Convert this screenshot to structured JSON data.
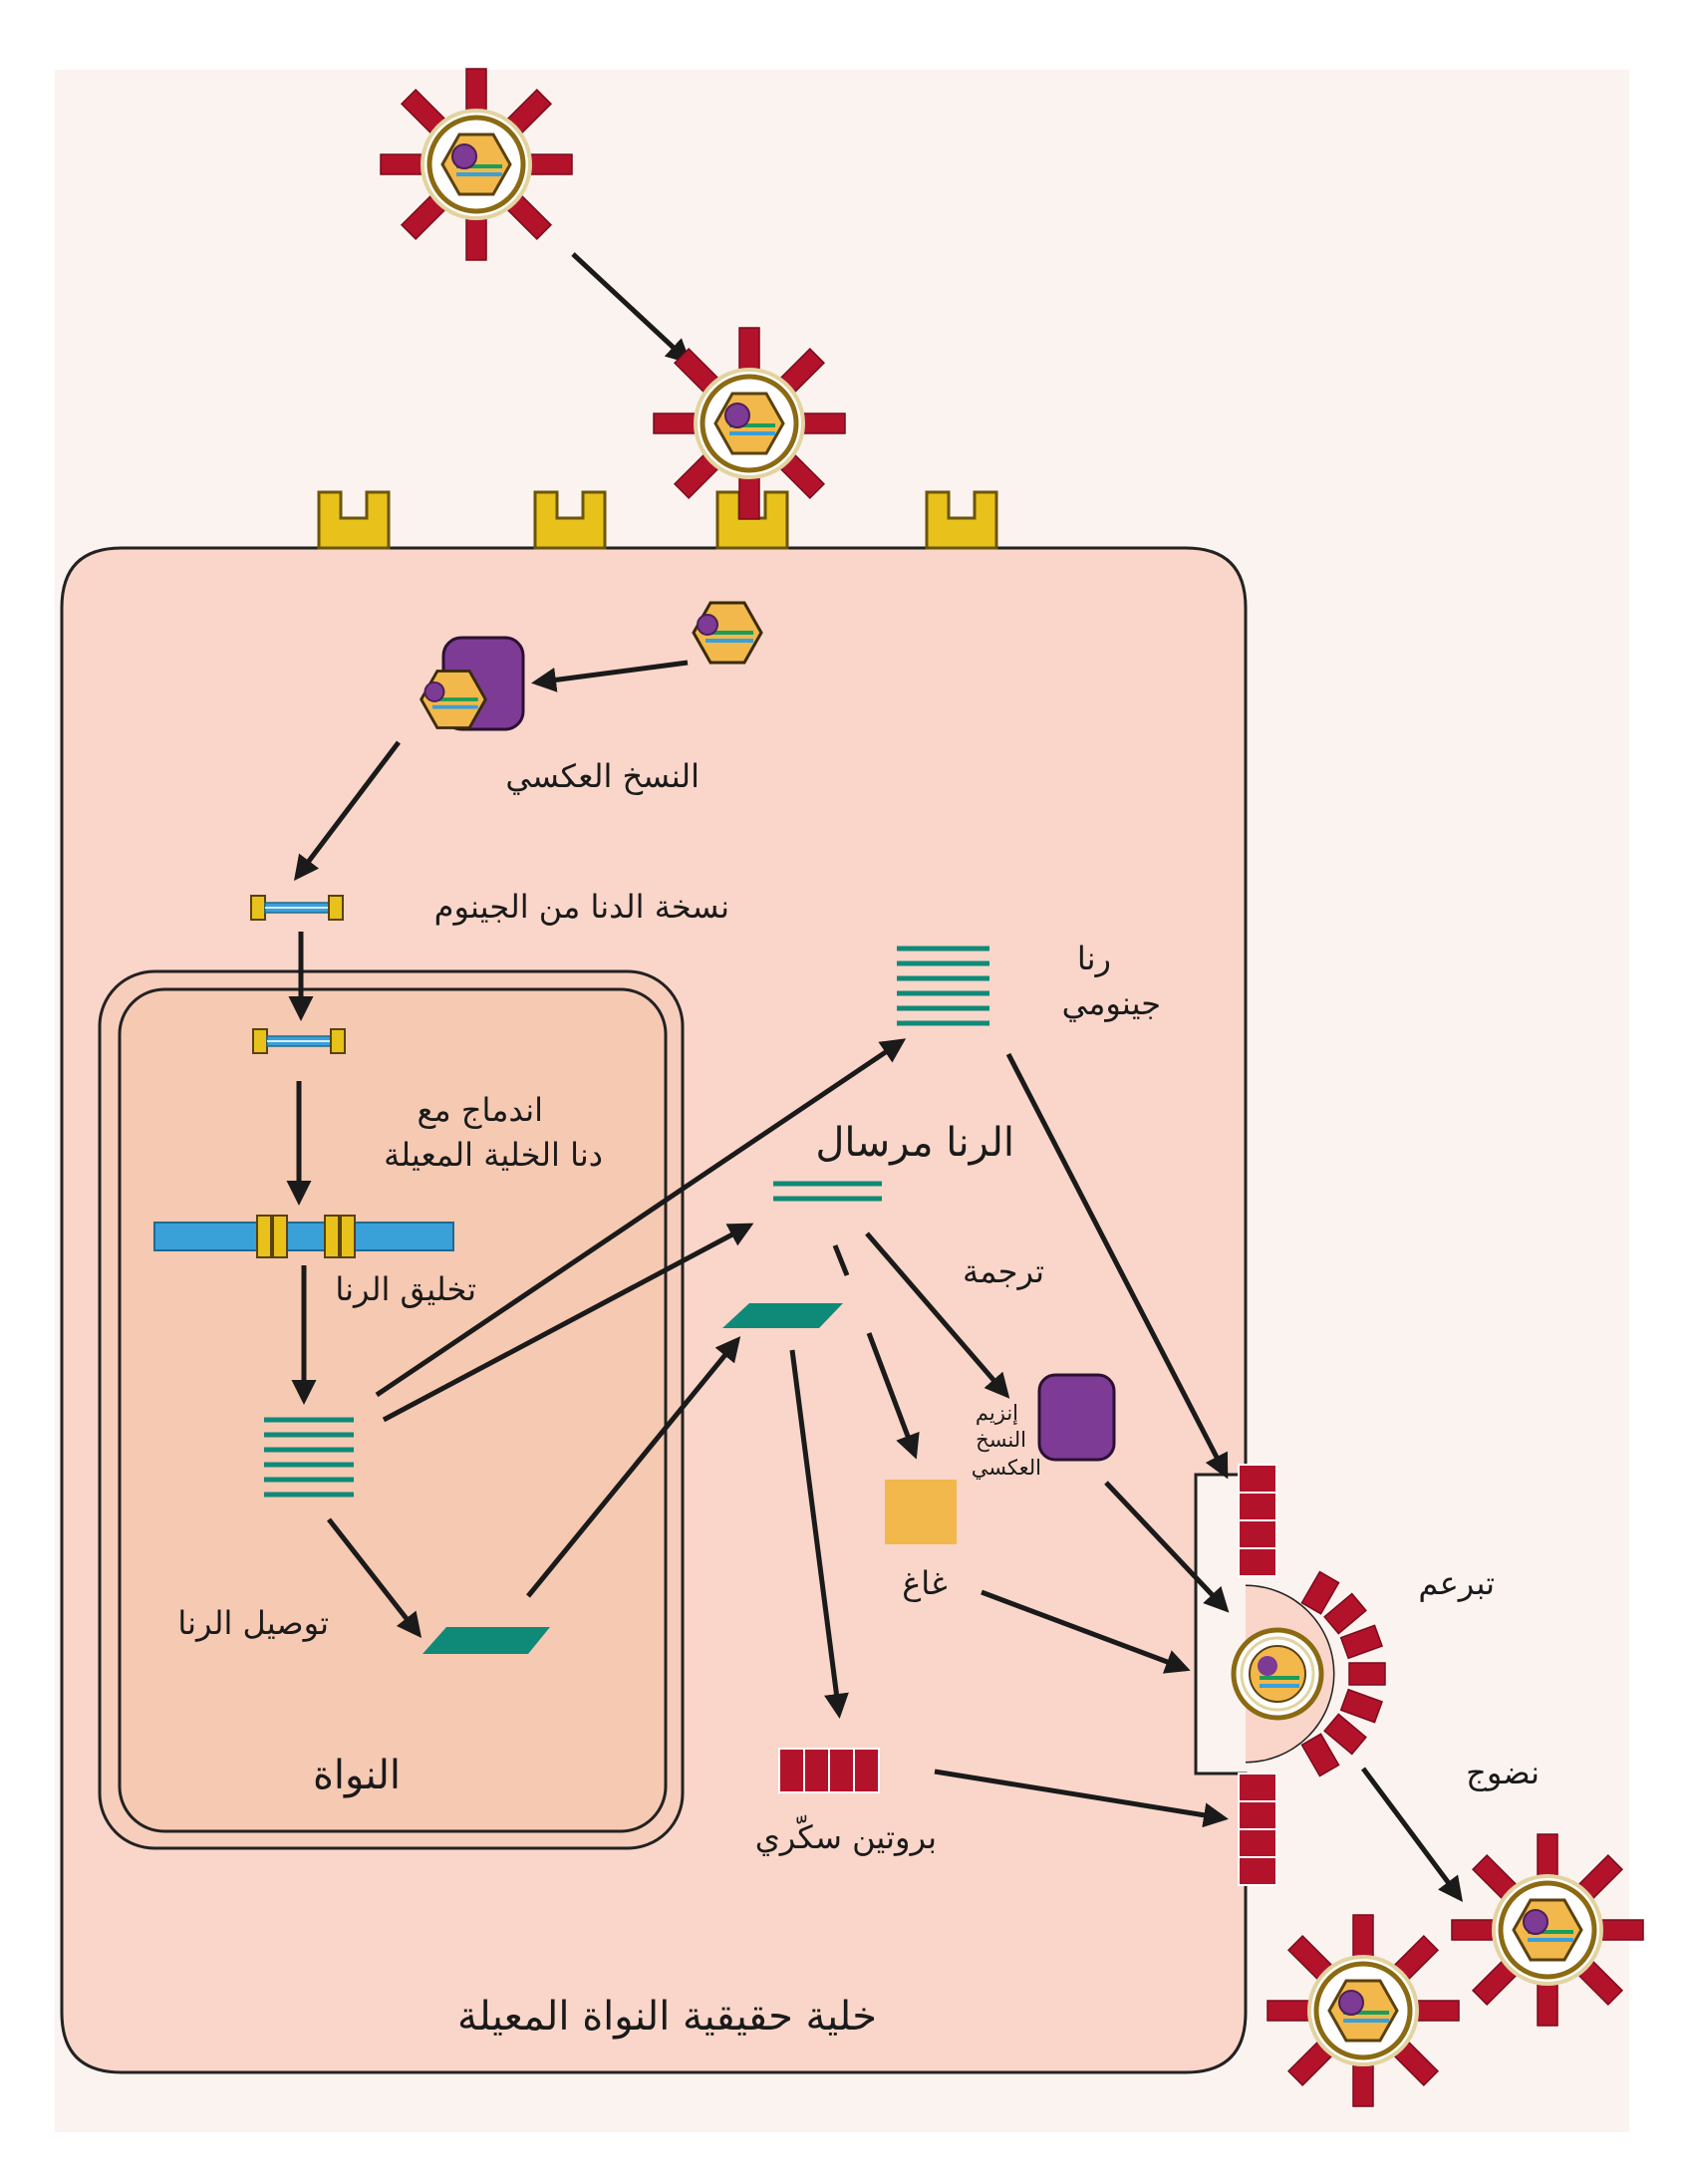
{
  "colors": {
    "page_bg": "#fbf3ef",
    "cell_fill": "#f9d6c9",
    "cell_stroke": "#222222",
    "nucleus_fill": "#f6c9b3",
    "receptor": "#e8c21a",
    "spike": "#b3122b",
    "capsid": "#f2b84b",
    "envelope": "#e9dcaf",
    "enzyme": "#7d3b95",
    "rna": "#0f8a78",
    "dna_blue": "#3aa0d8",
    "gag": "#f2b84b",
    "arrow": "#1a1a1a"
  },
  "labels": {
    "reverse_transcription": "النسخ العكسي",
    "dna_copy": "نسخة الدنا من الجينوم",
    "integration_line1": "اندماج مع",
    "integration_line2": "دنا الخلية المعيلة",
    "rna_synthesis": "تخليق الرنا",
    "rna_splicing": "توصيل الرنا",
    "nucleus": "النواة",
    "genomic_rna_line1": "رنا",
    "genomic_rna_line2": "جينومي",
    "mrna": "الرنا مرسال",
    "translation": "ترجمة",
    "rt_enzyme_line1": "إنزيم",
    "rt_enzyme_line2": "النسخ",
    "rt_enzyme_line3": "العكسي",
    "gag": "غاغ",
    "glycoprotein": "بروتين سكّري",
    "budding": "تبرعم",
    "maturation": "نضوج",
    "host_cell": "خلية حقيقية النواة المعيلة"
  }
}
